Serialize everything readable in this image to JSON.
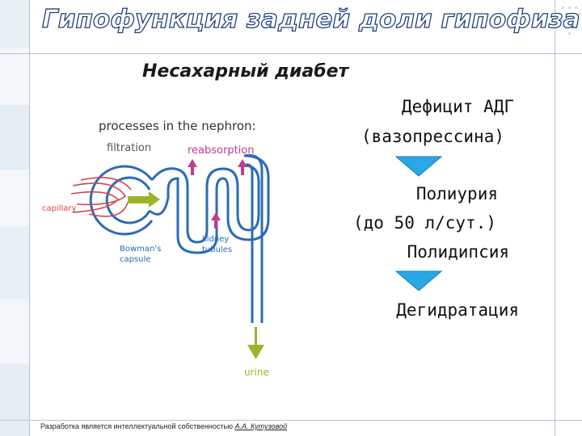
{
  "title": "Гипофункция задней доли гипофиза",
  "subtitle": "Несахарный диабет",
  "flow": {
    "line1": "Дефицит АДГ",
    "line2": "(вазопрессина)",
    "line3": "Полиурия",
    "line4": "(до 50 л/сут.)",
    "line5": "Полидипсия",
    "line6": "Дегидратация"
  },
  "diagram": {
    "heading": "processes in the nephron:",
    "filtration": "filtration",
    "reabsorption": "reabsorption",
    "capillary": "capillary",
    "bowmans_capsule_1": "Bowman's",
    "bowmans_capsule_2": "capsule",
    "kidney_tubules_1": "kidney",
    "kidney_tubules_2": "tubules",
    "urine": "urine"
  },
  "footer": {
    "text": "Разработка является  интеллектуальной собственностью ",
    "author": "А.А. Кутузовой"
  },
  "colors": {
    "tubule": "#2b6cb5",
    "capillary": "#d9434a",
    "arrow_pink": "#c23b91",
    "arrow_green": "#9bb52a",
    "flow_arrow": "#29a8e6",
    "title_outline": "#1f3f7a"
  }
}
